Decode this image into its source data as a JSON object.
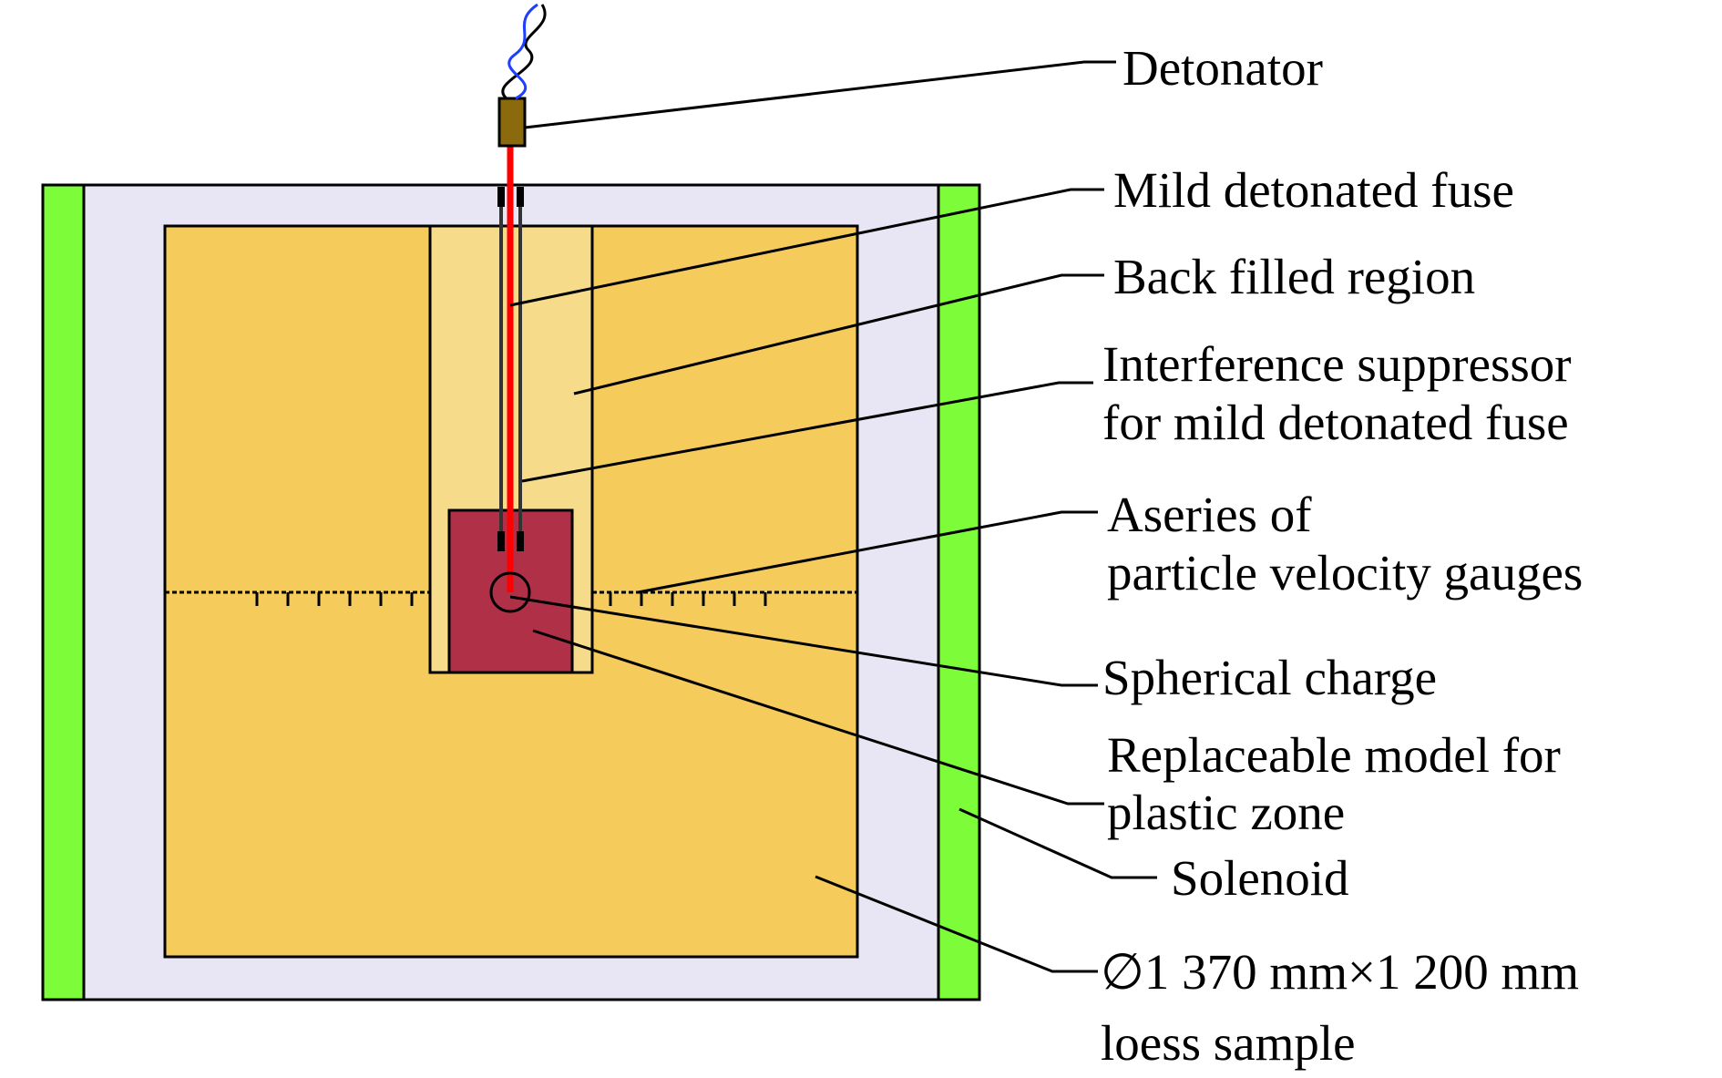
{
  "colors": {
    "background": "#ffffff",
    "outer_chamber": "#e8e5f5",
    "solenoid": "#7dfc3a",
    "loess": "#f5cb5c",
    "back_filled": "#f6dc8a",
    "plastic_zone": "#b03048",
    "fuse": "#ff0000",
    "suppressor": "#333333",
    "detonator": "#8b6a0e",
    "wire_black": "#000000",
    "wire_blue": "#1f3fff",
    "outline": "#000000"
  },
  "labels": {
    "detonator": "Detonator",
    "mild_fuse": "Mild detonated fuse",
    "back_filled": "Back filled region",
    "suppressor_line1": "Interference suppressor",
    "suppressor_line2": "for mild detonated fuse",
    "gauges_line1": "Aseries of",
    "gauges_line2": "particle velocity gauges",
    "spherical_charge": "Spherical charge",
    "replaceable_line1": "Replaceable model for",
    "replaceable_line2": "plastic zone",
    "solenoid": "Solenoid",
    "sample_line1": "∅1 370 mm×1 200 mm",
    "sample_line2": "loess sample"
  }
}
